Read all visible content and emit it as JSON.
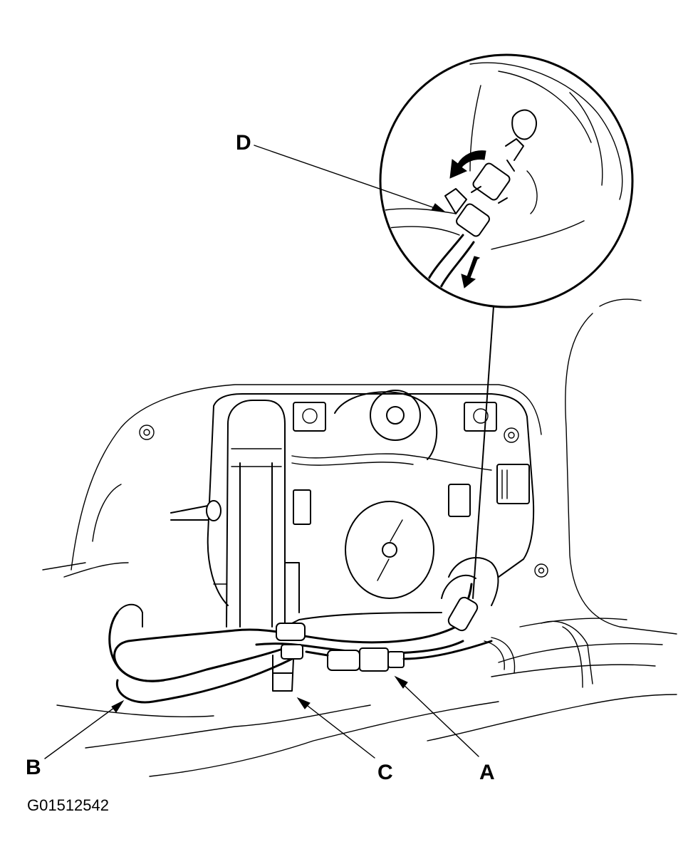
{
  "callouts": {
    "a": "A",
    "b": "B",
    "c": "C",
    "d": "D"
  },
  "figure_id": "G01512542"
}
